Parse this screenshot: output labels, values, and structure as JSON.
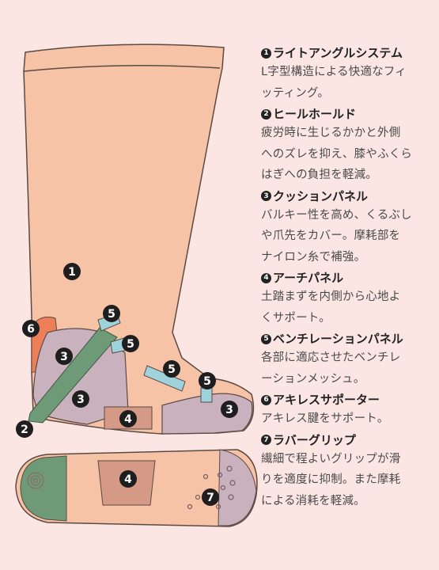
{
  "callout_numbers": {
    "n1": "1",
    "n2": "2",
    "n3": "3",
    "n4": "4",
    "n5": "5",
    "n6": "6",
    "n7": "7"
  },
  "legend": [
    {
      "num": "1",
      "title": "ライトアングルシステム",
      "desc": [
        "L字型構造による快適なフィ",
        "ッティング。"
      ]
    },
    {
      "num": "2",
      "title": "ヒールホールド",
      "desc": [
        "疲労時に生じるかかと外側",
        "へのズレを抑え、膝やふくら",
        "はぎへの負担を軽減。"
      ]
    },
    {
      "num": "3",
      "title": "クッションパネル",
      "desc": [
        "バルキー性を高め、くるぶし",
        "や爪先をカバー。摩耗部を",
        "ナイロン糸で補強。"
      ]
    },
    {
      "num": "4",
      "title": "アーチパネル",
      "desc": [
        "土踏まずを内側から心地よ",
        "くサポート。"
      ]
    },
    {
      "num": "5",
      "title": "ベンチレーションパネル",
      "desc": [
        "各部に適応させたベンチレ",
        "ーションメッシュ。"
      ]
    },
    {
      "num": "6",
      "title": "アキレスサポーター",
      "desc": [
        "アキレス腱をサポート。"
      ]
    },
    {
      "num": "7",
      "title": "ラバーグリップ",
      "desc": [
        "繊細で程よいグリップが滑",
        "りを適度に抑制。また摩耗",
        "による消耗を軽減。"
      ]
    }
  ],
  "colors": {
    "background": "#fbe6e4",
    "sock_body": "#f6c3a6",
    "cushion_panel": "#c9b1bd",
    "heel_hold": "#6f9a78",
    "arch_panel": "#d49a86",
    "ventilation": "#9fd3dc",
    "achilles": "#ec7e58",
    "callout": "#1e1e1e"
  }
}
